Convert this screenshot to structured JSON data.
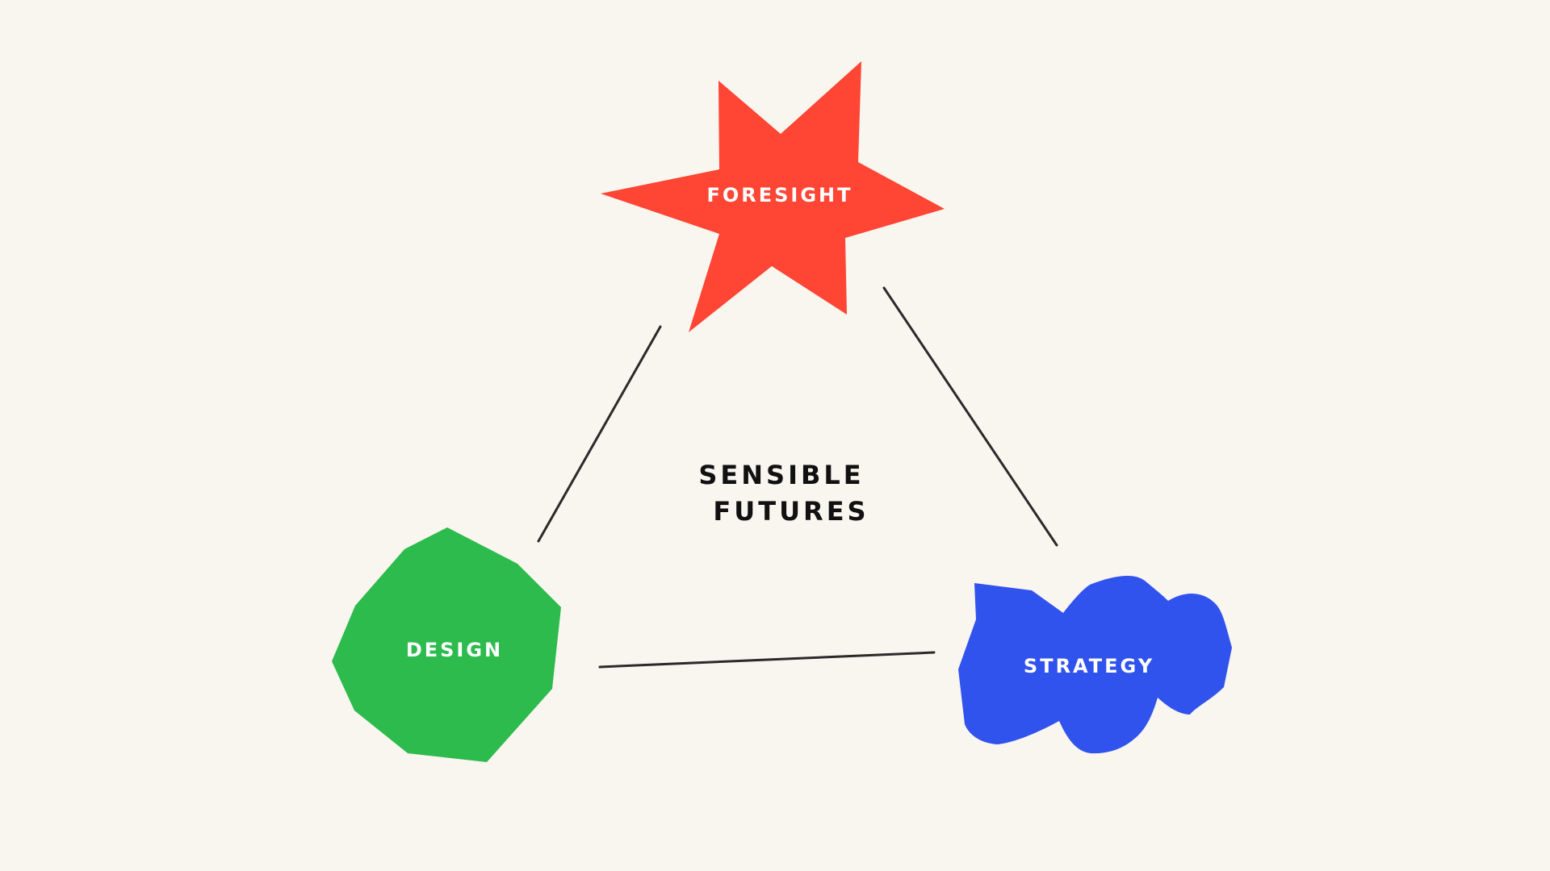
{
  "diagram": {
    "background": "#f9f5ef",
    "center_lines": [
      "SENSIBLE",
      "FUTURES"
    ],
    "nodes": {
      "foresight": {
        "label": "FORESIGHT",
        "shape": "star",
        "color": "#ff4534"
      },
      "design": {
        "label": "DESIGN",
        "shape": "heptagon",
        "color": "#2cbb4c"
      },
      "strategy": {
        "label": "STRATEGY",
        "shape": "cloud",
        "color": "#3053ee"
      }
    },
    "connections": [
      {
        "from": "FORESIGHT",
        "to": "DESIGN"
      },
      {
        "from": "FORESIGHT",
        "to": "STRATEGY"
      },
      {
        "from": "DESIGN",
        "to": "STRATEGY"
      }
    ]
  }
}
